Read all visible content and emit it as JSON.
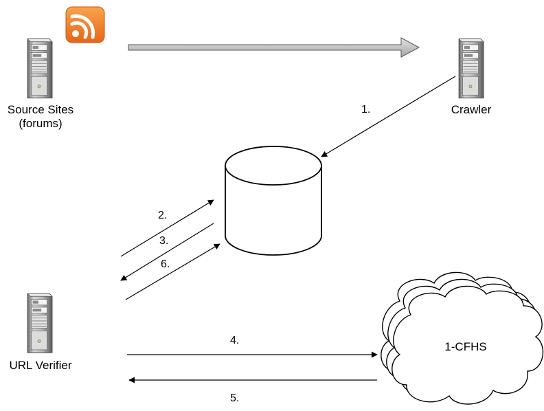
{
  "nodes": {
    "source_sites": {
      "line1": "Source Sites",
      "line2": "(forums)",
      "icon": "server-icon"
    },
    "crawler": {
      "label": "Crawler",
      "icon": "server-icon"
    },
    "url_verifier": {
      "label": "URL Verifier",
      "icon": "server-icon"
    },
    "database": {
      "icon": "database-icon"
    },
    "cloud": {
      "label": "1-CFHS",
      "icon": "cloud-icon"
    },
    "rss": {
      "icon": "rss-icon",
      "color": "#f07d23"
    }
  },
  "steps": [
    "1.",
    "2.",
    "3.",
    "6.",
    "4.",
    "5."
  ]
}
